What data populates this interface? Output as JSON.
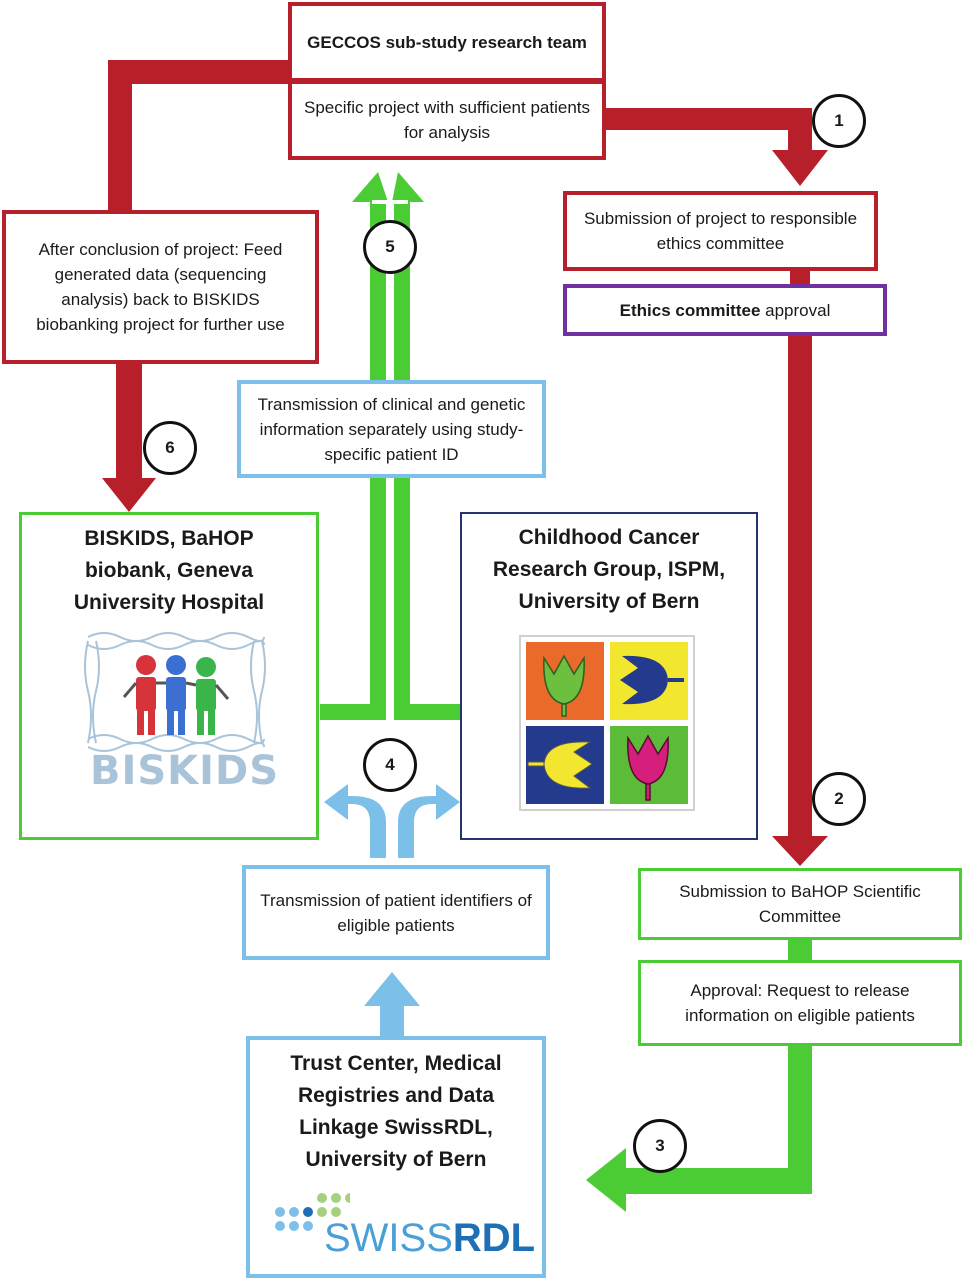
{
  "boxes": {
    "geccos_team": "GECCOS sub-study research team",
    "specific_project": "Specific project with sufficient patients for analysis",
    "submission_ethics": "Submission of project to responsible ethics committee",
    "ethics_approval_bold": "Ethics committee",
    "ethics_approval_rest": " approval",
    "feedback": "After conclusion of project:  Feed generated data (sequencing analysis) back to BISKIDS biobanking project for further use",
    "transmission_clinical": "Transmission of clinical and genetic information separately using study-specific patient ID",
    "biskids": "BISKIDS, BaHOP biobank, Geneva University Hospital",
    "childhood_cancer": "Childhood Cancer Research Group, ISPM, University of Bern",
    "transmission_identifiers": "Transmission of patient identifiers of eligible patients",
    "bahop_submission": "Submission to BaHOP Scientific Committee",
    "approval_release": "Approval: Request to release information on eligible patients",
    "trust_center": "Trust Center, Medical Registries and Data Linkage SwissRDL, University of Bern"
  },
  "logos": {
    "biskids_word": "BISKIDS",
    "swiss_prefix": "SWISS",
    "swiss_suffix": "RDL"
  },
  "steps": [
    "1",
    "2",
    "3",
    "4",
    "5",
    "6"
  ],
  "colors": {
    "red": "#b7202a",
    "purple": "#7030a0",
    "green": "#4ccc34",
    "light_blue": "#7cc0ea",
    "navy": "#23346e"
  }
}
